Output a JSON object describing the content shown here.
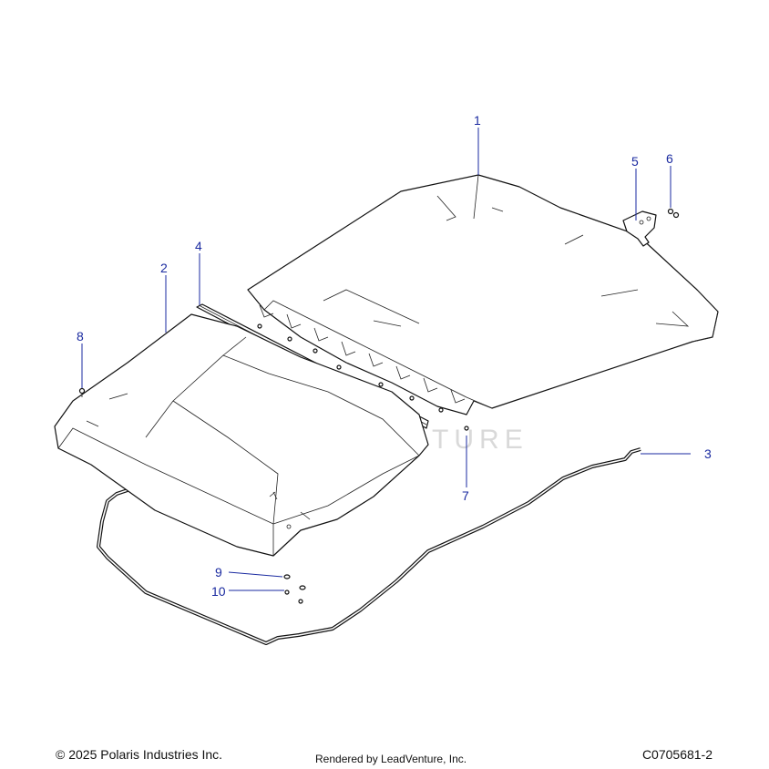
{
  "diagram": {
    "callouts": [
      {
        "id": "c1",
        "label": "1"
      },
      {
        "id": "c2",
        "label": "2"
      },
      {
        "id": "c3",
        "label": "3"
      },
      {
        "id": "c4",
        "label": "4"
      },
      {
        "id": "c5",
        "label": "5"
      },
      {
        "id": "c6",
        "label": "6"
      },
      {
        "id": "c7",
        "label": "7"
      },
      {
        "id": "c8",
        "label": "8"
      },
      {
        "id": "c9",
        "label": "9"
      },
      {
        "id": "c10",
        "label": "10"
      }
    ],
    "watermark": "LEADVENTURE"
  },
  "footer": {
    "copyright": "© 2025 Polaris Industries Inc.",
    "rendered_by": "Rendered by LeadVenture, Inc.",
    "doc_number": "C0705681-2"
  },
  "colors": {
    "callout": "#1a2aa0",
    "line": "#111111"
  }
}
